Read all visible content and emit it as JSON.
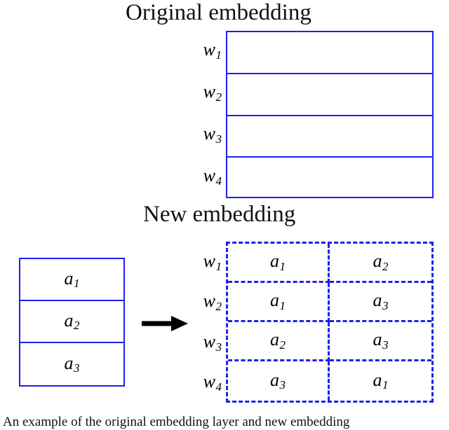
{
  "figure": {
    "title_original": "Original embedding",
    "title_new": "New embedding",
    "caption": "An example of the original embedding layer and new embedding",
    "accent_color": "#2020ee",
    "text_color": "#111111",
    "background_color": "#ffffff"
  },
  "arrow": {
    "name": "right-arrow",
    "color": "#000000"
  },
  "row_labels": [
    {
      "base": "w",
      "sub": "1",
      "text": "w1"
    },
    {
      "base": "w",
      "sub": "2",
      "text": "w2"
    },
    {
      "base": "w",
      "sub": "3",
      "text": "w3"
    },
    {
      "base": "w",
      "sub": "4",
      "text": "w4"
    }
  ],
  "original_table": {
    "name": "original-embedding-table",
    "border_style": "solid",
    "rows": 4,
    "columns": 1,
    "cells": [
      "",
      "",
      "",
      ""
    ]
  },
  "source_table": {
    "name": "shared-vector-table",
    "border_style": "solid",
    "rows": 3,
    "columns": 1,
    "cells": [
      {
        "base": "a",
        "sub": "1",
        "text": "a1"
      },
      {
        "base": "a",
        "sub": "2",
        "text": "a2"
      },
      {
        "base": "a",
        "sub": "3",
        "text": "a3"
      }
    ]
  },
  "new_table": {
    "name": "new-embedding-table",
    "border_style": "dashed",
    "rows": 4,
    "columns": 2,
    "grid": [
      [
        {
          "base": "a",
          "sub": "1",
          "text": "a1"
        },
        {
          "base": "a",
          "sub": "2",
          "text": "a2"
        }
      ],
      [
        {
          "base": "a",
          "sub": "1",
          "text": "a1"
        },
        {
          "base": "a",
          "sub": "3",
          "text": "a3"
        }
      ],
      [
        {
          "base": "a",
          "sub": "2",
          "text": "a2"
        },
        {
          "base": "a",
          "sub": "3",
          "text": "a3"
        }
      ],
      [
        {
          "base": "a",
          "sub": "3",
          "text": "a3"
        },
        {
          "base": "a",
          "sub": "1",
          "text": "a1"
        }
      ]
    ]
  }
}
